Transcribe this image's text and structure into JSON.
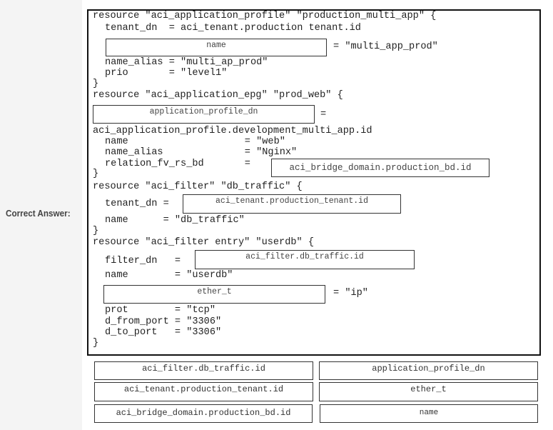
{
  "label": "Correct Answer:",
  "code": {
    "l1": "resource \"aci_application_profile\" \"production_multi_app\" {",
    "l2": "tenant_dn  = aci_tenant.production tenant.id",
    "l3_suffix": "= \"multi_app_prod\"",
    "l4": "name_alias = \"multi_ap_prod\"",
    "l5": "prio       = \"level1\"",
    "l6": "}",
    "l7": "resource \"aci_application_epg\" \"prod_web\" {",
    "l8_suffix": "=",
    "l9": "aci_application_profile.development_multi_app.id",
    "l10": "name                    = \"web\"",
    "l11": "name_alias              = \"Nginx\"",
    "l12": "relation_fv_rs_bd       =",
    "l13": "}",
    "l14": "resource \"aci_filter\" \"db_traffic\" {",
    "l15": "tenant_dn =",
    "l16": "name      = \"db_traffic\"",
    "l17": "}",
    "l18": "resource \"aci_filter entry\" \"userdb\" {",
    "l19": "filter_dn   =",
    "l20": "name        = \"userdb\"",
    "l21_suffix": "= \"ip\"",
    "l22": "prot        = \"tcp\"",
    "l23": "d_from_port = \"3306\"",
    "l24": "d_to_port   = \"3306\"",
    "l25": "}"
  },
  "drop_targets": {
    "name": "name",
    "application_profile_dn": "application_profile_dn",
    "bridge_domain": "aci_bridge_domain.production_bd.id",
    "tenant": "aci_tenant.production_tenant.id",
    "filter": "aci_filter.db_traffic.id",
    "ether_t": "ether_t"
  },
  "options": [
    "aci_filter.db_traffic.id",
    "application_profile_dn",
    "aci_tenant.production_tenant.id",
    "ether_t",
    "aci_bridge_domain.production_bd.id",
    "name"
  ]
}
